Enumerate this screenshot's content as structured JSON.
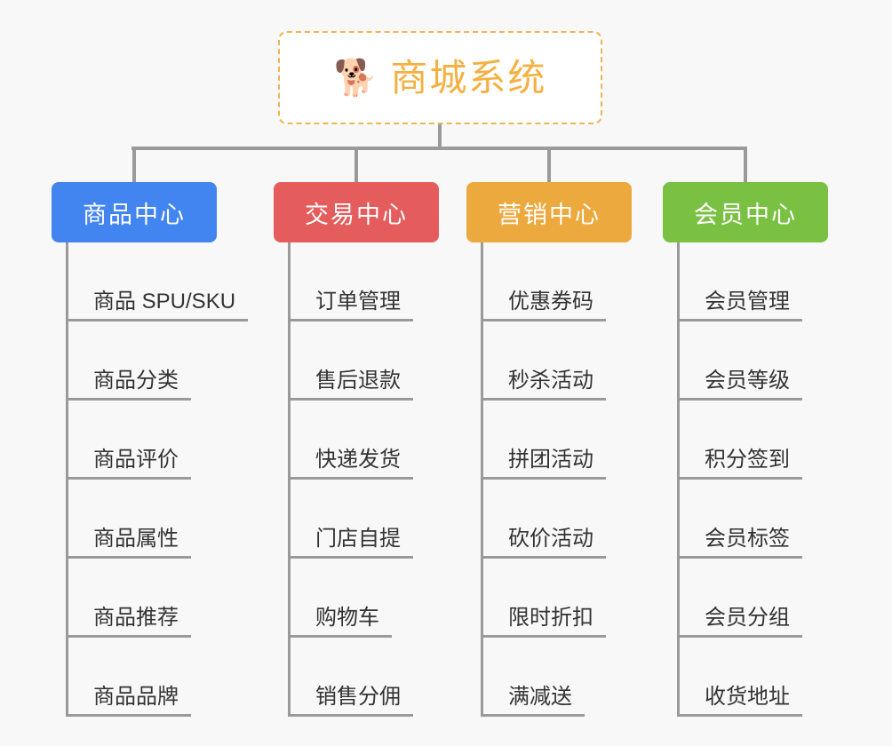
{
  "diagram": {
    "type": "org-chart",
    "background_color": "#f8f8f8",
    "root": {
      "label": "商城系统",
      "icon": "shiba-dog-face-icon",
      "emoji": "🐕",
      "text_color": "#f5b041",
      "border_color": "#f0b454",
      "border_style": "dashed",
      "fill_color": "#ffffff"
    },
    "connector_color": "#9a9a9a",
    "columns": [
      {
        "title": "商品中心",
        "color": "#4285f0",
        "items": [
          "商品 SPU/SKU",
          "商品分类",
          "商品评价",
          "商品属性",
          "商品推荐",
          "商品品牌"
        ]
      },
      {
        "title": "交易中心",
        "color": "#e55c5c",
        "items": [
          "订单管理",
          "售后退款",
          "快递发货",
          "门店自提",
          "购物车",
          "销售分佣"
        ]
      },
      {
        "title": "营销中心",
        "color": "#eba93e",
        "items": [
          "优惠券码",
          "秒杀活动",
          "拼团活动",
          "砍价活动",
          "限时折扣",
          "满减送"
        ]
      },
      {
        "title": "会员中心",
        "color": "#7ac143",
        "items": [
          "会员管理",
          "会员等级",
          "积分签到",
          "会员标签",
          "会员分组",
          "收货地址"
        ]
      }
    ]
  }
}
